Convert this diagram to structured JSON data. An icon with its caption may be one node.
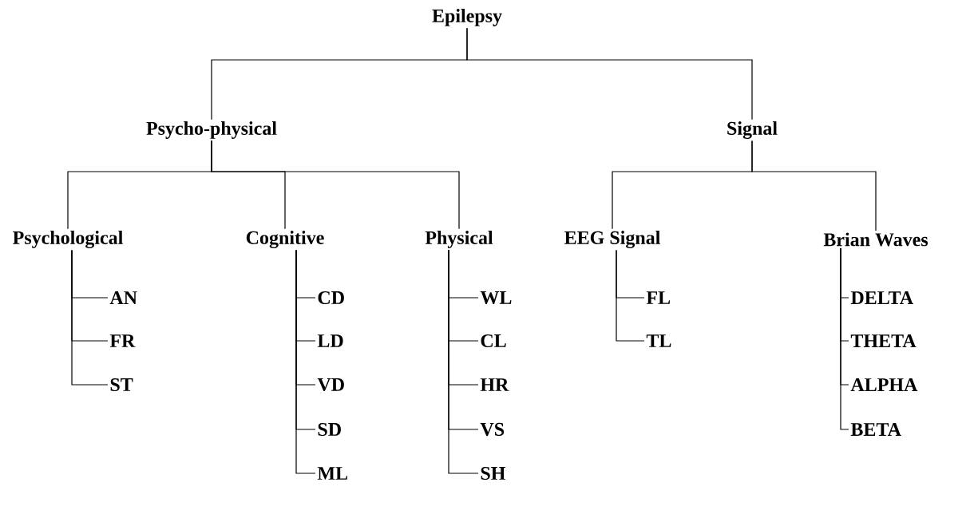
{
  "diagram": {
    "nodes": [
      {
        "text": [
          "Epilepsy"
        ]
      },
      {
        "text": [
          "Psycho-physical"
        ]
      },
      {
        "text": [
          "Signal"
        ]
      },
      {
        "text": [
          "Psychological"
        ]
      },
      {
        "text": [
          "Cognitive"
        ]
      },
      {
        "text": [
          "Physical"
        ]
      },
      {
        "text": [
          "EEG Signal"
        ]
      },
      {
        "text": [
          "Brian Waves"
        ]
      },
      {
        "text": [
          "AN"
        ]
      },
      {
        "text": [
          "FR"
        ]
      },
      {
        "text": [
          "ST"
        ]
      },
      {
        "text": [
          "CD"
        ]
      },
      {
        "text": [
          "LD"
        ]
      },
      {
        "text": [
          "VD"
        ]
      },
      {
        "text": [
          "SD"
        ]
      },
      {
        "text": [
          "ML"
        ]
      },
      {
        "text": [
          "WL"
        ]
      },
      {
        "text": [
          "CL"
        ]
      },
      {
        "text": [
          "HR"
        ]
      },
      {
        "text": [
          "VS"
        ]
      },
      {
        "text": [
          "SH"
        ]
      },
      {
        "text": [
          "FL"
        ]
      },
      {
        "text": [
          "TL"
        ]
      },
      {
        "text": [
          "DELTA"
        ]
      },
      {
        "text": [
          "THETA"
        ]
      },
      {
        "text": [
          "ALPHA"
        ]
      },
      {
        "text": [
          "BETA"
        ]
      }
    ],
    "edges": [
      {
        "from": 0,
        "to": 1,
        "arrow": "none"
      },
      {
        "from": 0,
        "to": 2,
        "arrow": "none"
      },
      {
        "from": 1,
        "to": 3,
        "arrow": "none"
      },
      {
        "from": 1,
        "to": 4,
        "arrow": "none"
      },
      {
        "from": 1,
        "to": 5,
        "arrow": "none"
      },
      {
        "from": 2,
        "to": 6,
        "arrow": "none"
      },
      {
        "from": 2,
        "to": 7,
        "arrow": "none"
      },
      {
        "from": 3,
        "to": 8,
        "arrow": "none"
      },
      {
        "from": 3,
        "to": 9,
        "arrow": "none"
      },
      {
        "from": 3,
        "to": 10,
        "arrow": "none"
      },
      {
        "from": 4,
        "to": 11,
        "arrow": "none"
      },
      {
        "from": 4,
        "to": 12,
        "arrow": "none"
      },
      {
        "from": 4,
        "to": 13,
        "arrow": "none"
      },
      {
        "from": 4,
        "to": 14,
        "arrow": "none"
      },
      {
        "from": 4,
        "to": 15,
        "arrow": "none"
      },
      {
        "from": 5,
        "to": 16,
        "arrow": "none"
      },
      {
        "from": 5,
        "to": 17,
        "arrow": "none"
      },
      {
        "from": 5,
        "to": 18,
        "arrow": "none"
      },
      {
        "from": 5,
        "to": 19,
        "arrow": "none"
      },
      {
        "from": 5,
        "to": 20,
        "arrow": "none"
      },
      {
        "from": 6,
        "to": 21,
        "arrow": "none"
      },
      {
        "from": 6,
        "to": 22,
        "arrow": "none"
      },
      {
        "from": 7,
        "to": 23,
        "arrow": "none"
      },
      {
        "from": 7,
        "to": 24,
        "arrow": "none"
      },
      {
        "from": 7,
        "to": 25,
        "arrow": "none"
      },
      {
        "from": 7,
        "to": 26,
        "arrow": "none"
      }
    ]
  }
}
